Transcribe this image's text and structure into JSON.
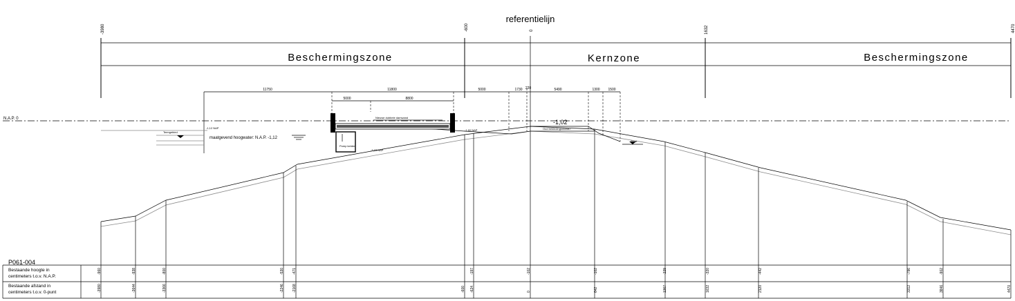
{
  "title": "referentielijn",
  "drawing_id": "P061-004",
  "nap_label": "N.A.P. 0",
  "zones": [
    {
      "label": "Beschermingszone"
    },
    {
      "label": "Kernzone"
    },
    {
      "label": "Beschermingszone"
    }
  ],
  "top_ticks": [
    "-3980",
    "-600",
    "0",
    "1632",
    "4470"
  ],
  "dimensions": [
    "11750",
    "11800",
    "5000",
    "8800",
    "5000",
    "1730",
    "220",
    "5490",
    "1300",
    "1500"
  ],
  "annotations": {
    "high_water": "maatgevend hoogwater: N.A.P. -1,12",
    "level": "-1,02",
    "left_small": "Teengebied",
    "left_level": "-1,12 NAP",
    "wall_top": "Nieuwe dubbele damwand",
    "pit_label": "Pomp kelder",
    "pit_level": "-3,15 NAP",
    "right_small": "Oud bekledingsniveau",
    "right_level": "-1,60 NAP",
    "bottom_small": "Sloot"
  },
  "table": {
    "row1_label_l1": "Bestaande hoogte in",
    "row1_label_l2": "centimeters t.o.v. N.A.P.",
    "row2_label_l1": "Bestaande afstand in",
    "row2_label_l2": "centimeters t.o.v. 0-punt",
    "heights": [
      "-960",
      "-938",
      "-800",
      "-530",
      "-471",
      "-197",
      "-102",
      "-102",
      "-229",
      "-320",
      "-442",
      "-796",
      "-902"
    ],
    "distances": [
      "-3980",
      "-3644",
      "-3366",
      "-2246",
      "-2168",
      "-600",
      "-624",
      "0",
      "642",
      "1367",
      "1632",
      "2120",
      "3312",
      "3846",
      "4470"
    ]
  }
}
